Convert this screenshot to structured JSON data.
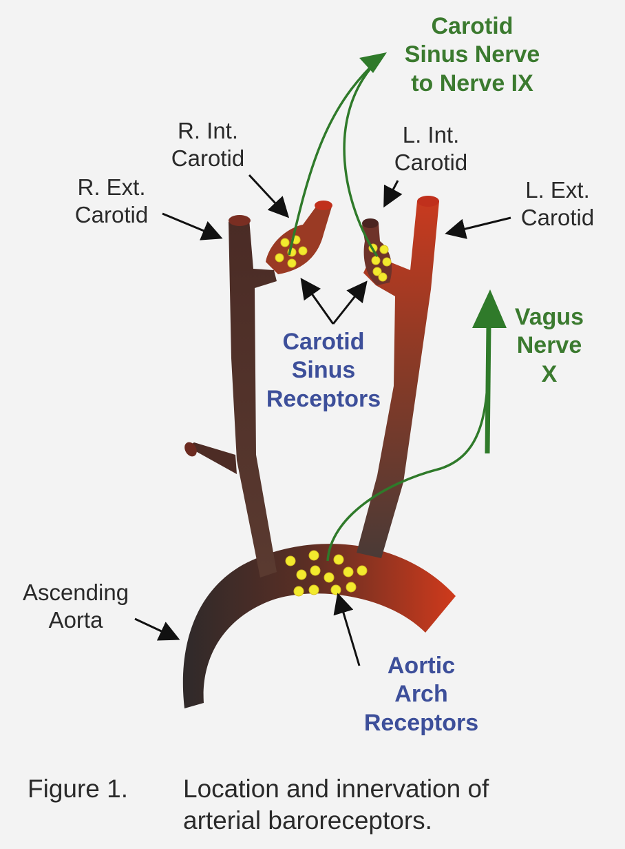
{
  "labels": {
    "carotid_sinus_nerve": [
      "Carotid",
      "Sinus Nerve",
      "to Nerve IX"
    ],
    "r_int_carotid": [
      "R. Int.",
      "Carotid"
    ],
    "l_int_carotid": [
      "L. Int.",
      "Carotid"
    ],
    "r_ext_carotid": [
      "R. Ext.",
      "Carotid"
    ],
    "l_ext_carotid": [
      "L. Ext.",
      "Carotid"
    ],
    "carotid_sinus_receptors": [
      "Carotid",
      "Sinus",
      "Receptors"
    ],
    "vagus_nerve": [
      "Vagus",
      "Nerve",
      "X"
    ],
    "ascending_aorta": [
      "Ascending",
      "Aorta"
    ],
    "aortic_arch_receptors": [
      "Aortic",
      "Arch",
      "Receptors"
    ]
  },
  "caption": {
    "number": "Figure 1.",
    "line1": "Location and innervation of",
    "line2": "arterial baroreceptors."
  },
  "colors": {
    "background": "#f3f3f3",
    "artery_dark": "#4a2a22",
    "artery_red": "#c73a1e",
    "nerve_green": "#2f7a2a",
    "receptor_yellow": "#f2ea2e",
    "label_green": "#3b7a2f",
    "label_blue": "#3d4f9a"
  }
}
